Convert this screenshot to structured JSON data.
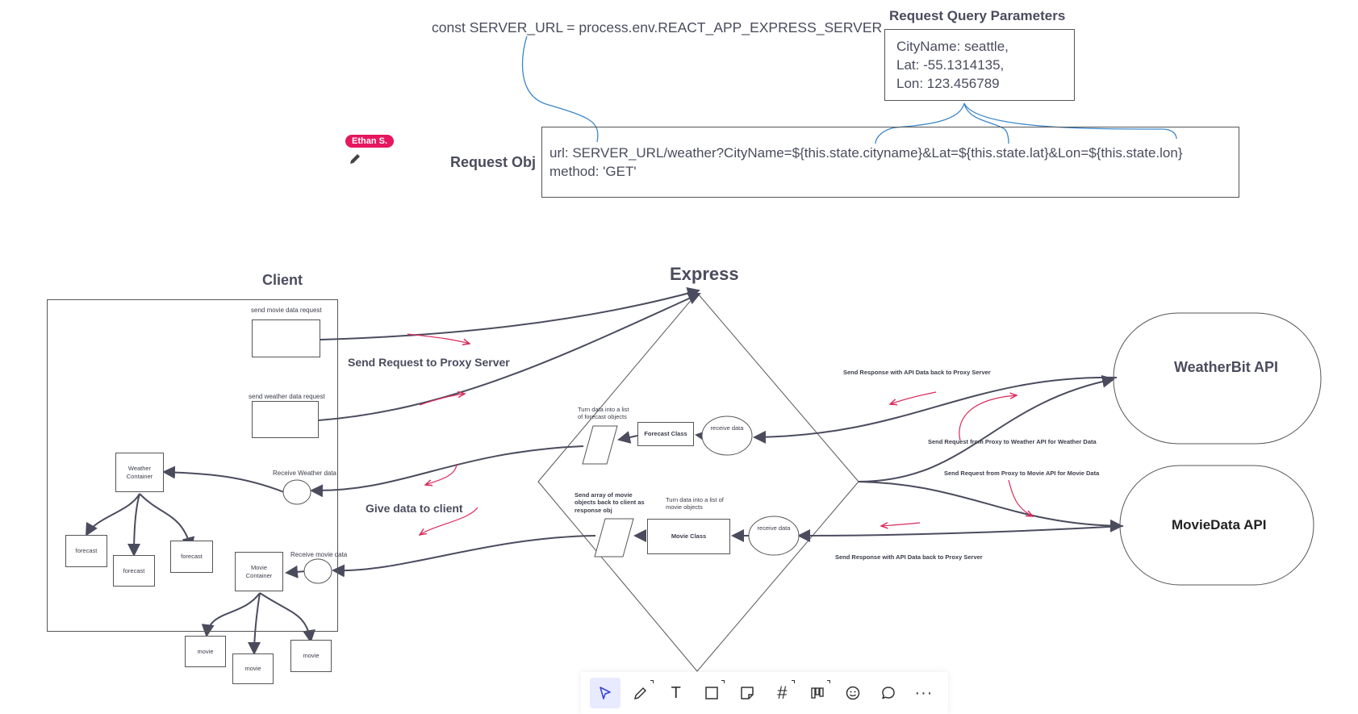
{
  "top": {
    "server_url_code": "const SERVER_URL = process.env.REACT_APP_EXPRESS_SERVER",
    "query_params_title": "Request Query Parameters",
    "query_params": [
      "CityName: seattle,",
      "Lat: -55.1314135,",
      "Lon: 123.456789"
    ],
    "request_obj_label": "Request Obj",
    "request_url": "url: SERVER_URL/weather?CityName=${this.state.cityname}&Lat=${this.state.lat}&Lon=${this.state.lon}",
    "request_method": "method: 'GET'",
    "collaborator": "Ethan S."
  },
  "client": {
    "title": "Client",
    "send_movie_label": "send movie data request",
    "send_weather_label": "send weather data request",
    "receive_weather_label": "Receive Weather data",
    "receive_movie_label": "Receive movie data",
    "weather_container": "Weather Container",
    "movie_container": "Movie Container",
    "forecast_items": [
      "forecast",
      "forecast",
      "forecast"
    ],
    "movie_items": [
      "movie",
      "movie",
      "movie"
    ]
  },
  "express": {
    "title": "Express",
    "turn_forecast": "Turn data into a list of forecast objects",
    "forecast_class": "Forecast Class",
    "receive_data_1": "receive data",
    "send_array": "Send array of movie objects back to client as response obj",
    "turn_movie": "Turn data into a list of movie objects",
    "movie_class": "Movie Class",
    "receive_data_2": "receive data"
  },
  "labels": {
    "send_to_proxy": "Send Request to Proxy Server",
    "give_to_client": "Give data to client",
    "resp_weather": "Send Response with API Data back to Proxy Server",
    "req_weather": "Send Request from Proxy to Weather API for Weather Data",
    "req_movie": "Send Request from Proxy to Movie API for Movie Data",
    "resp_movie": "Send Response with API Data back to Proxy Server"
  },
  "apis": {
    "weather": "WeatherBit API",
    "movie": "MovieData API"
  },
  "toolbar": {
    "tools": [
      "select-tool",
      "pen-tool",
      "text-tool",
      "shape-tool",
      "sticky-note-tool",
      "frame-tool",
      "template-tool",
      "sticker-tool",
      "comment-tool",
      "more-tool"
    ],
    "more_label": "···",
    "text_tool_glyph": "T",
    "frame_tool_glyph": "#"
  },
  "colors": {
    "ink": "#4a4c5e",
    "accent_blue": "#3b86c9",
    "accent_pink": "#d92a5a",
    "badge": "#e6175f",
    "active_tool": "#e8eaff"
  }
}
